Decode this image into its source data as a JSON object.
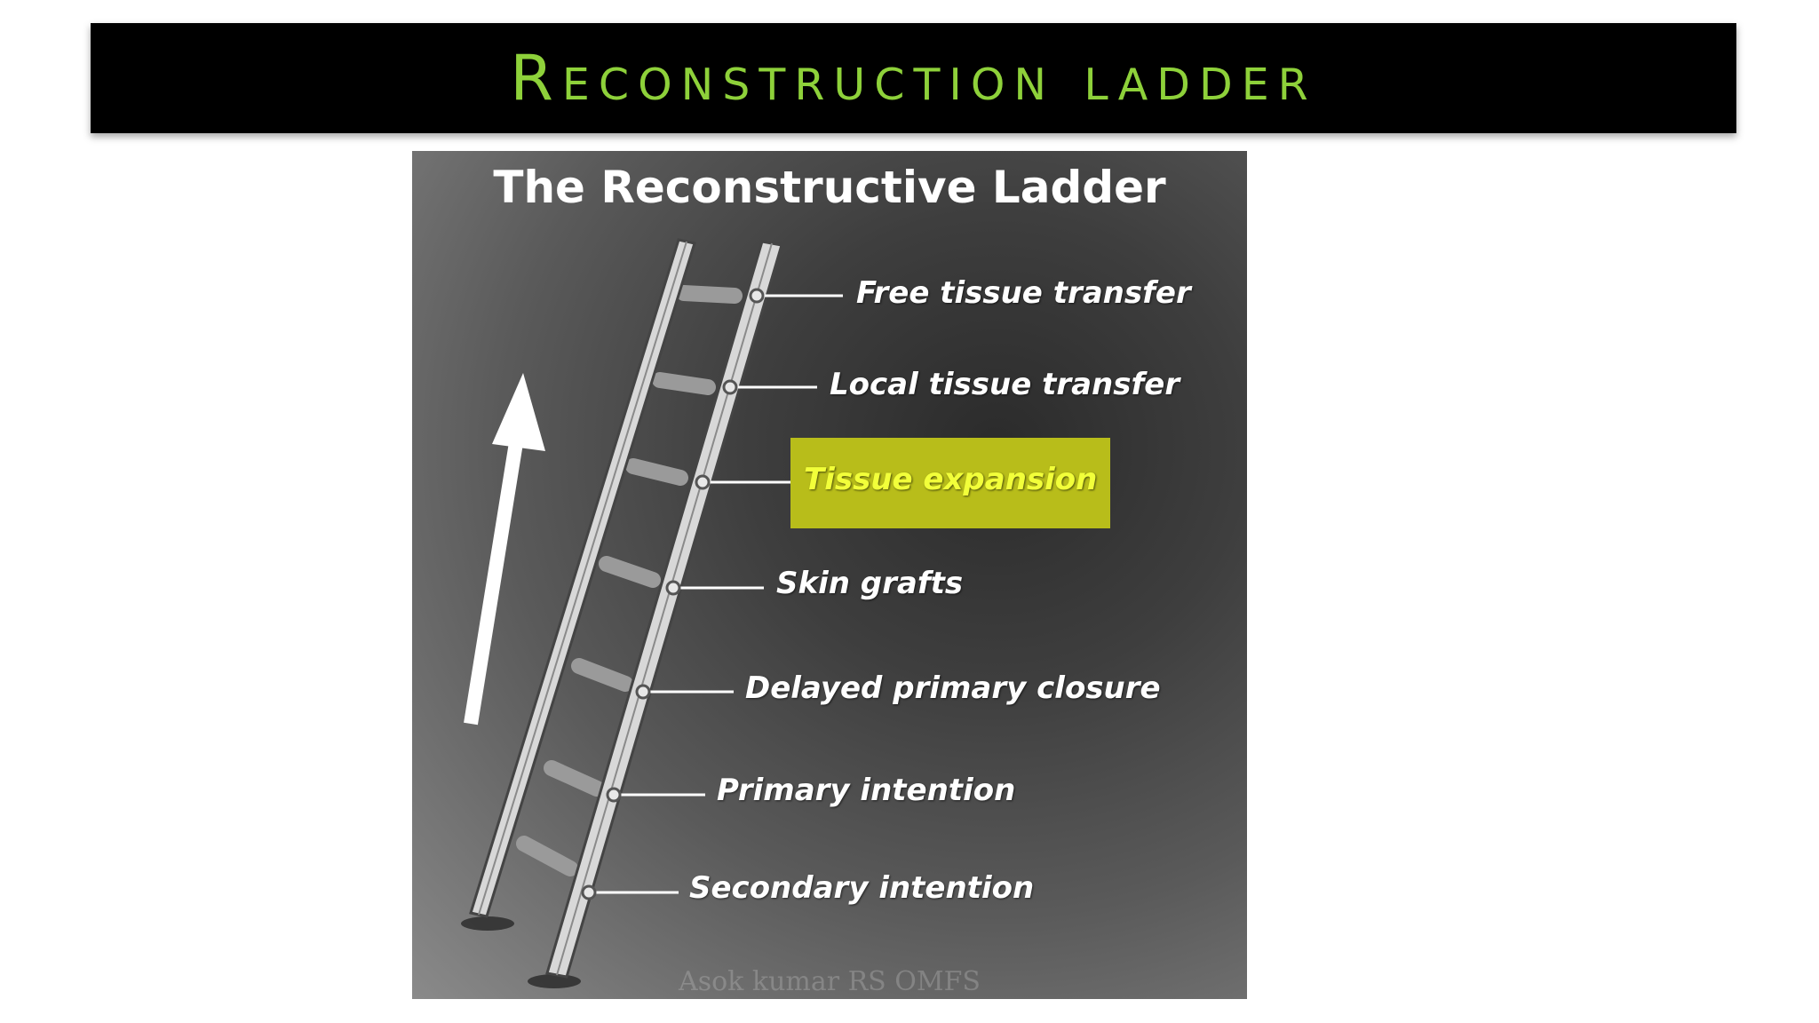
{
  "slide": {
    "title": "Reconstruction ladder"
  },
  "diagram": {
    "title": "The Reconstructive Ladder",
    "rungs": [
      {
        "label": "Free tissue transfer",
        "highlighted": false
      },
      {
        "label": "Local tissue transfer",
        "highlighted": false
      },
      {
        "label": "Tissue expansion",
        "highlighted": true
      },
      {
        "label": "Skin grafts",
        "highlighted": false
      },
      {
        "label": "Delayed primary closure",
        "highlighted": false
      },
      {
        "label": "Primary intention",
        "highlighted": false
      },
      {
        "label": "Secondary intention",
        "highlighted": false
      }
    ],
    "watermark": "Asok kumar RS OMFS",
    "colors": {
      "title_bar": "#000000",
      "title_text": "#8ed13a",
      "highlight_box": "#b8bd1a",
      "highlight_text": "#f2ff3a"
    },
    "icons": [
      "up-arrow-icon",
      "ladder-icon"
    ]
  }
}
